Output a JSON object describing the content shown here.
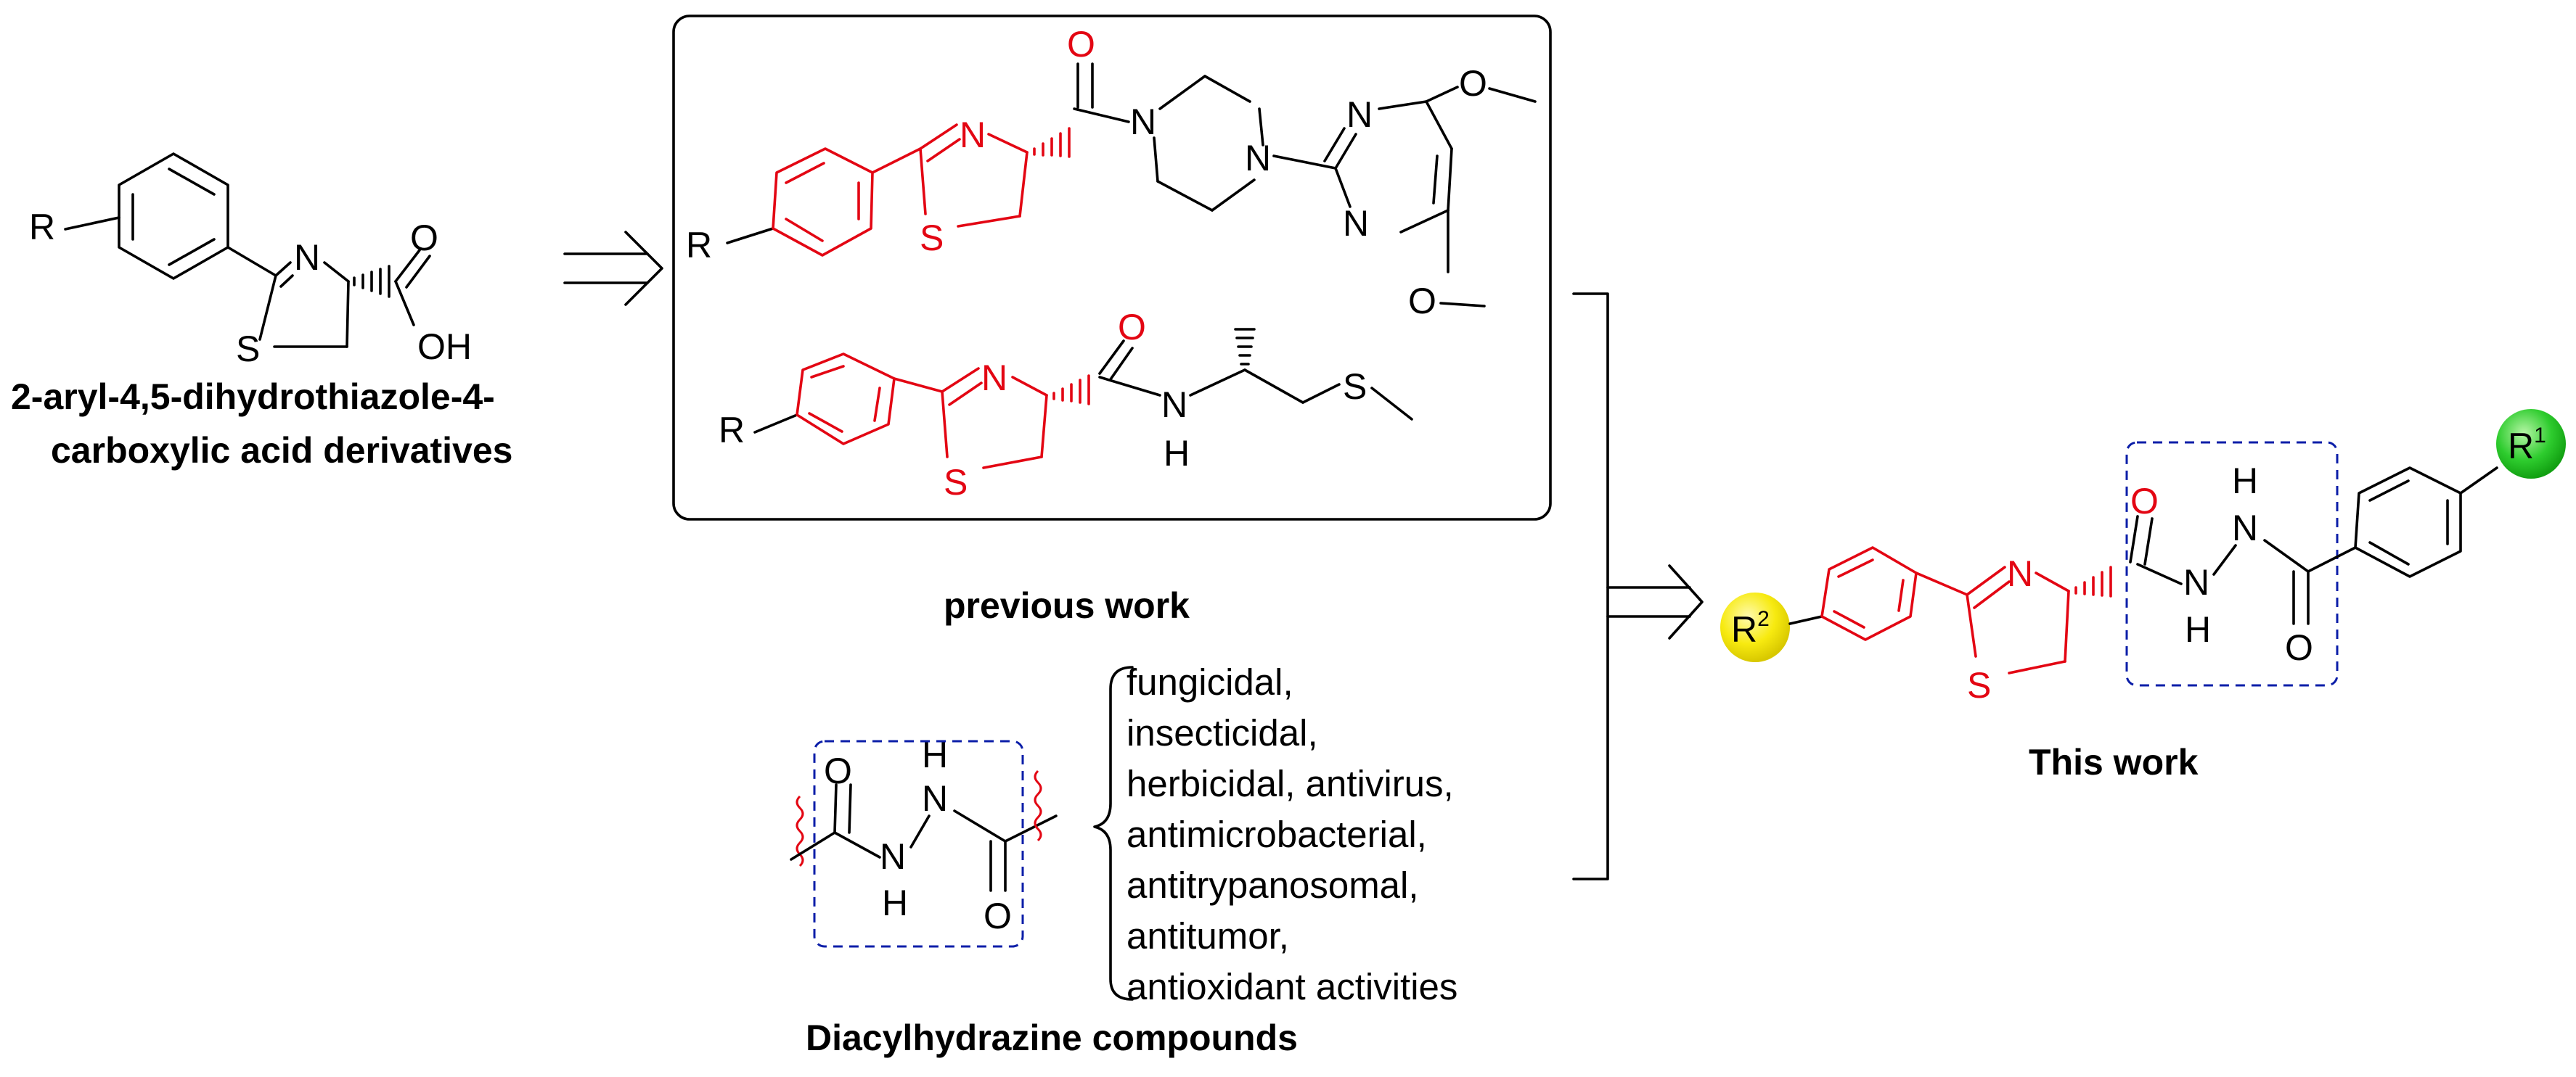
{
  "start": {
    "caption_line1": "2-aryl-4,5-dihydrothiazole-4-",
    "caption_line2": "carboxylic acid derivatives",
    "atoms": {
      "r": "R",
      "n": "N",
      "s": "S",
      "o": "O",
      "oh": "OH"
    }
  },
  "previous": {
    "caption": "previous work",
    "mol1": {
      "r": "R",
      "n_ring": "N",
      "s_ring": "S",
      "o": "O",
      "n1": "N",
      "n2": "N",
      "pn1": "N",
      "pn2": "N",
      "o1": "O",
      "o2": "O"
    },
    "mol2": {
      "r": "R",
      "n_ring": "N",
      "s_ring": "S",
      "o": "O",
      "n": "N",
      "h": "H",
      "s": "S"
    }
  },
  "diacyl": {
    "caption": "Diacylhydrazine compounds",
    "atoms": {
      "o1": "O",
      "n1": "N",
      "h1": "H",
      "n2": "N",
      "h2": "H",
      "o2": "O"
    },
    "activities": [
      "fungicidal,",
      "insecticidal,",
      "herbicidal, antivirus,",
      "antimicrobacterial,",
      "antitrypanosomal,",
      "antitumor,",
      "antioxidant activities"
    ]
  },
  "target": {
    "caption": "This work",
    "atoms": {
      "r2": "R",
      "r2_sup": "2",
      "r1": "R",
      "r1_sup": "1",
      "n_ring": "N",
      "s_ring": "S",
      "o1": "O",
      "n1": "N",
      "h1": "H",
      "n2": "N",
      "h2": "H",
      "o2": "O"
    }
  },
  "colors": {
    "thiazoline_highlight": "#e30613",
    "dashed_box": "#0b1ea8",
    "r1_ball": "#22c322",
    "r2_ball": "#f2e600",
    "bonds": "#000000"
  }
}
